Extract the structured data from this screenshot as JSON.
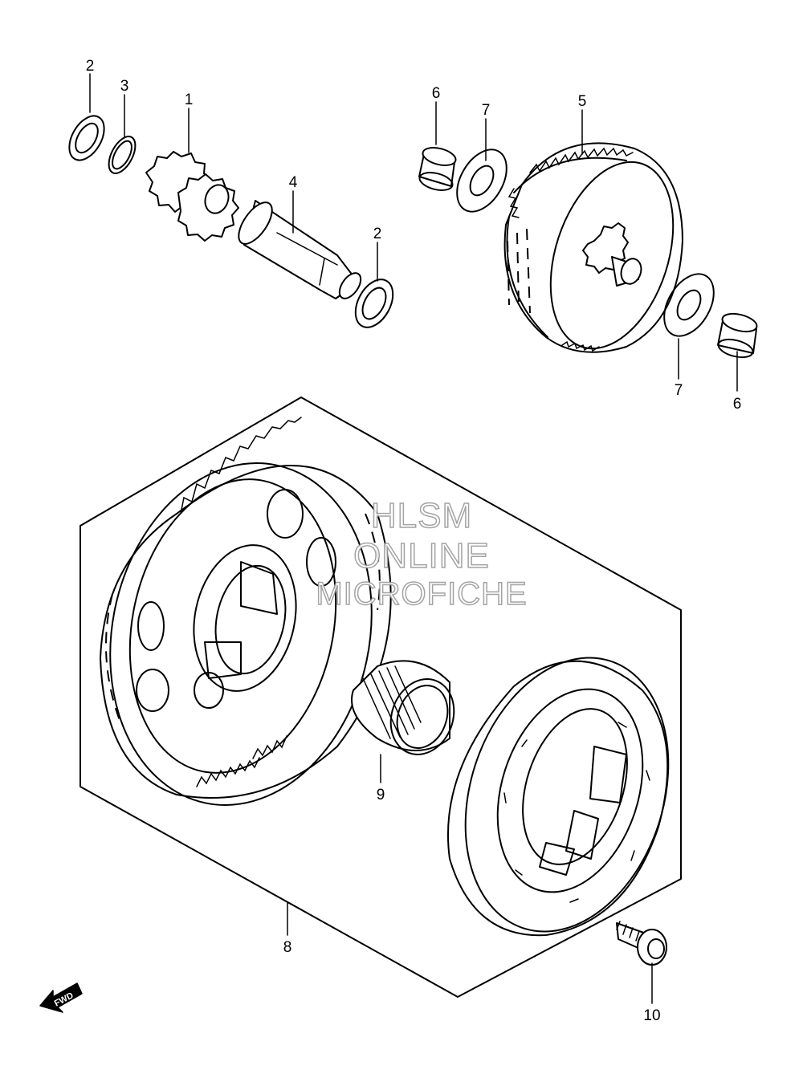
{
  "callouts": {
    "c1": "1",
    "c2a": "2",
    "c2b": "2",
    "c3": "3",
    "c4": "4",
    "c5": "5",
    "c6a": "6",
    "c6b": "6",
    "c7a": "7",
    "c7b": "7",
    "c8": "8",
    "c9": "9",
    "c10": "10"
  },
  "fwd_label": "FWD",
  "watermark": {
    "line1": "HLSM",
    "line2": "ONLINE",
    "line3": "MICROFICHE"
  },
  "colors": {
    "line": "#000000",
    "background": "#ffffff",
    "watermark": "#9a9a9a"
  }
}
